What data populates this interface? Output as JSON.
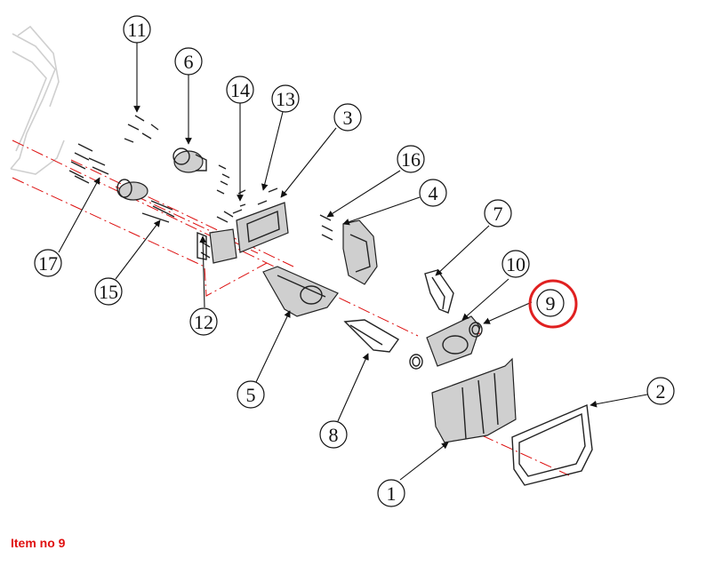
{
  "caption": "Item no 9",
  "highlight_color": "#e02020",
  "balloons": [
    "11",
    "6",
    "14",
    "13",
    "3",
    "16",
    "4",
    "7",
    "10",
    "9",
    "2",
    "17",
    "15",
    "12",
    "5",
    "8",
    "1"
  ],
  "highlighted_item": "9"
}
